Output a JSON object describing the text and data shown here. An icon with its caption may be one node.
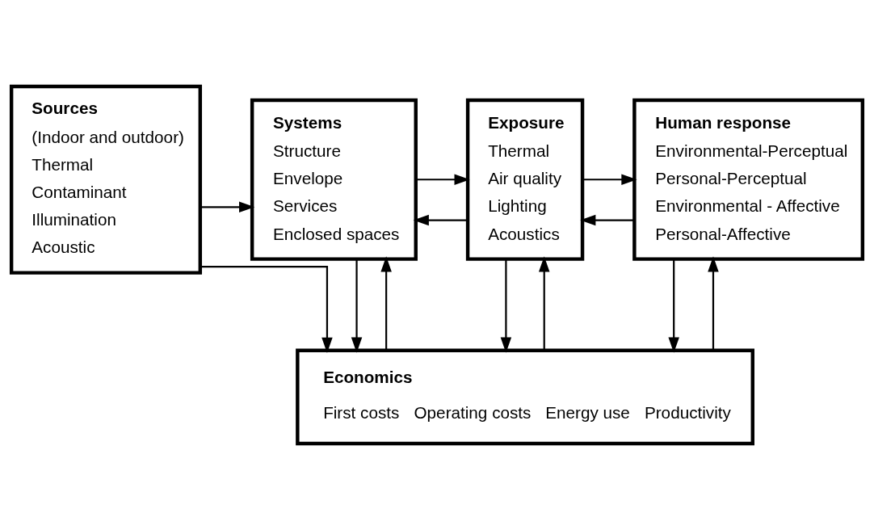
{
  "diagram": {
    "nodes": [
      {
        "text": [
          "Sources",
          "(Indoor and outdoor)",
          "Thermal",
          "Contaminant",
          "Illumination",
          "Acoustic"
        ]
      },
      {
        "text": [
          "Systems",
          "Structure",
          "Envelope",
          "Services",
          "Enclosed spaces"
        ]
      },
      {
        "text": [
          "Exposure",
          "Thermal",
          "Air quality",
          "Lighting",
          "Acoustics"
        ]
      },
      {
        "text": [
          "Human response",
          "Environmental-Perceptual",
          "Personal-Perceptual",
          "Environmental - Affective",
          "Personal-Affective"
        ]
      },
      {
        "text": [
          "Economics",
          "First costs",
          "Operating costs",
          "Energy use",
          "Productivity"
        ]
      }
    ],
    "edges": [
      {
        "from": 0,
        "to": 1,
        "arrow": "to"
      },
      {
        "from": 1,
        "to": 2,
        "arrow": "to"
      },
      {
        "from": 2,
        "to": 1,
        "arrow": "to"
      },
      {
        "from": 2,
        "to": 3,
        "arrow": "to"
      },
      {
        "from": 3,
        "to": 2,
        "arrow": "to"
      },
      {
        "from": 0,
        "to": 4,
        "arrow": "to"
      },
      {
        "from": 1,
        "to": 4,
        "arrow": "to"
      },
      {
        "from": 4,
        "to": 1,
        "arrow": "to"
      },
      {
        "from": 2,
        "to": 4,
        "arrow": "to"
      },
      {
        "from": 4,
        "to": 2,
        "arrow": "to"
      },
      {
        "from": 3,
        "to": 4,
        "arrow": "to"
      },
      {
        "from": 4,
        "to": 3,
        "arrow": "to"
      }
    ]
  }
}
